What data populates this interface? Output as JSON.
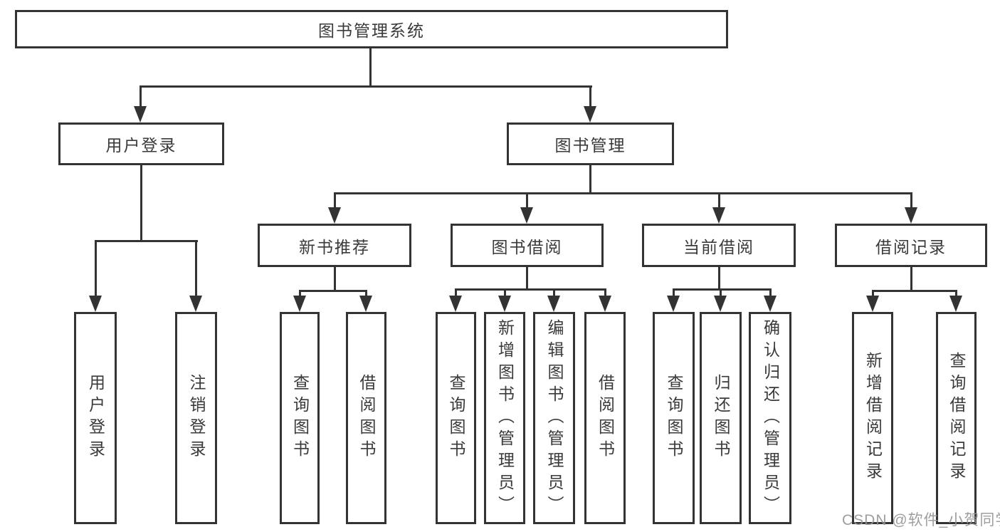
{
  "diagram_type": "hierarchy-tree",
  "colors": {
    "line": "#333333",
    "box_border": "#333333",
    "text": "#3a3a3a",
    "background": "#ffffff",
    "watermark": "#949494"
  },
  "tree": {
    "label": "图书管理系统",
    "children": [
      {
        "label": "用户登录",
        "children": [
          {
            "label": "用户登录"
          },
          {
            "label": "注销登录"
          }
        ]
      },
      {
        "label": "图书管理",
        "children": [
          {
            "label": "新书推荐",
            "children": [
              {
                "label": "查询图书"
              },
              {
                "label": "借阅图书"
              }
            ]
          },
          {
            "label": "图书借阅",
            "children": [
              {
                "label": "查询图书"
              },
              {
                "label": "新增图书（管理员）"
              },
              {
                "label": "编辑图书（管理员）"
              },
              {
                "label": "借阅图书"
              }
            ]
          },
          {
            "label": "当前借阅",
            "children": [
              {
                "label": "查询图书"
              },
              {
                "label": "归还图书"
              },
              {
                "label": "确认归还（管理员）"
              }
            ]
          },
          {
            "label": "借阅记录",
            "children": [
              {
                "label": "新增借阅记录"
              },
              {
                "label": "查询借阅记录"
              }
            ]
          }
        ]
      }
    ]
  },
  "watermark": {
    "text": "CSDN @软件_小贺同学"
  }
}
